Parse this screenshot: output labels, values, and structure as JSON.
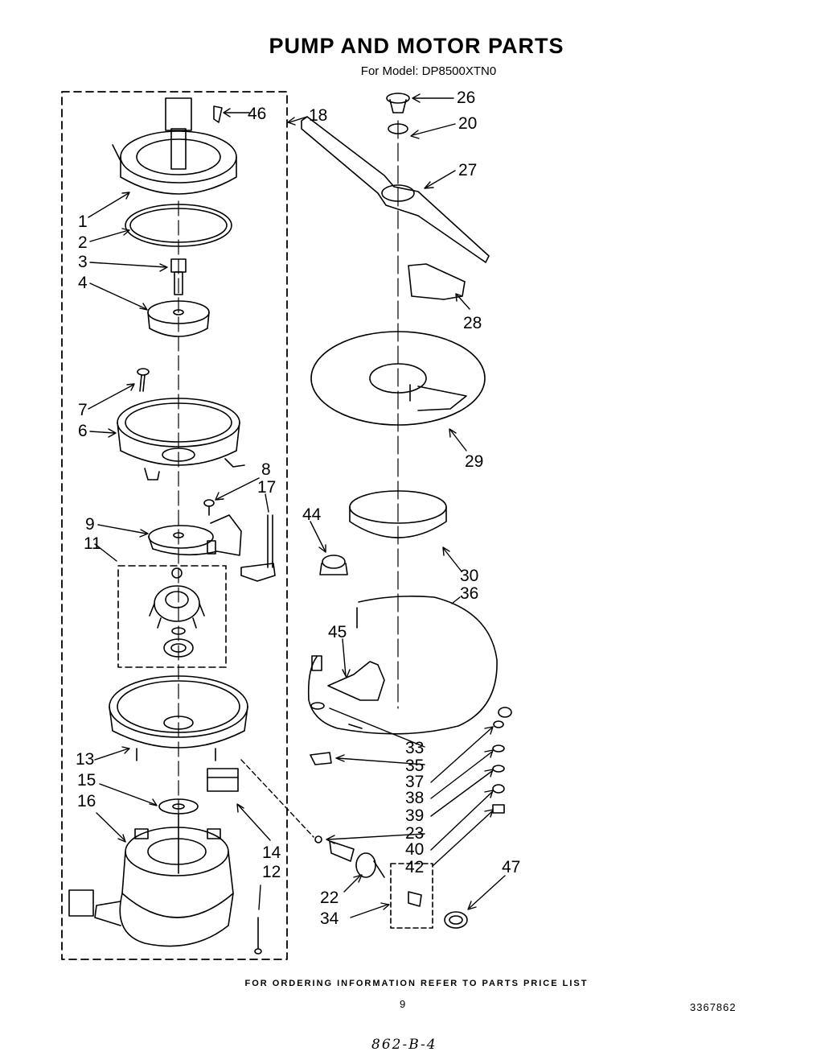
{
  "header": {
    "title": "PUMP AND MOTOR PARTS",
    "model": "For Model: DP8500XTN0"
  },
  "labels": {
    "p46": "46",
    "p18": "18",
    "p26": "26",
    "p20": "20",
    "p27": "27",
    "p1": "1",
    "p2": "2",
    "p3": "3",
    "p4": "4",
    "p28": "28",
    "p7": "7",
    "p6": "6",
    "p29": "29",
    "p8": "8",
    "p17": "17",
    "p44": "44",
    "p9": "9",
    "p11": "11",
    "p30": "30",
    "p36": "36",
    "p45": "45",
    "p33": "33",
    "p35": "35",
    "p37": "37",
    "p13": "13",
    "p38": "38",
    "p15": "15",
    "p39": "39",
    "p16": "16",
    "p23": "23",
    "p14": "14",
    "p40": "40",
    "p12": "12",
    "p42": "42",
    "p47": "47",
    "p22": "22",
    "p34": "34"
  },
  "footer": {
    "ordering": "FOR ORDERING INFORMATION REFER TO PARTS PRICE LIST",
    "page": "9",
    "doc_number": "3367862",
    "handwritten": "862-B-4"
  }
}
